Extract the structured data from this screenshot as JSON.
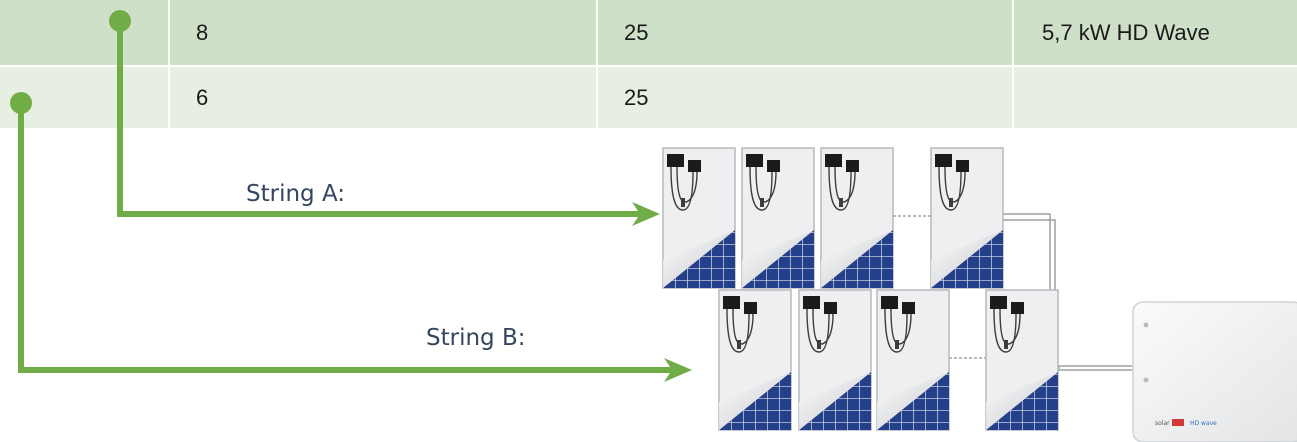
{
  "table": {
    "rows": [
      {
        "modules": "8",
        "value": "25"
      },
      {
        "modules": "6",
        "value": "25"
      }
    ],
    "inverter": "5,7 kW HD Wave"
  },
  "strings": [
    {
      "label": "String A:"
    },
    {
      "label": "String B:"
    }
  ],
  "inverter_device": {
    "brand_text": "solar",
    "model_text": "HD wave"
  },
  "colors": {
    "table_dark": "#cfe0c8",
    "table_light": "#e6efe1",
    "connector_green": "#70ad47",
    "label_text": "#34465f",
    "panel_cell_blue": "#25408a"
  }
}
